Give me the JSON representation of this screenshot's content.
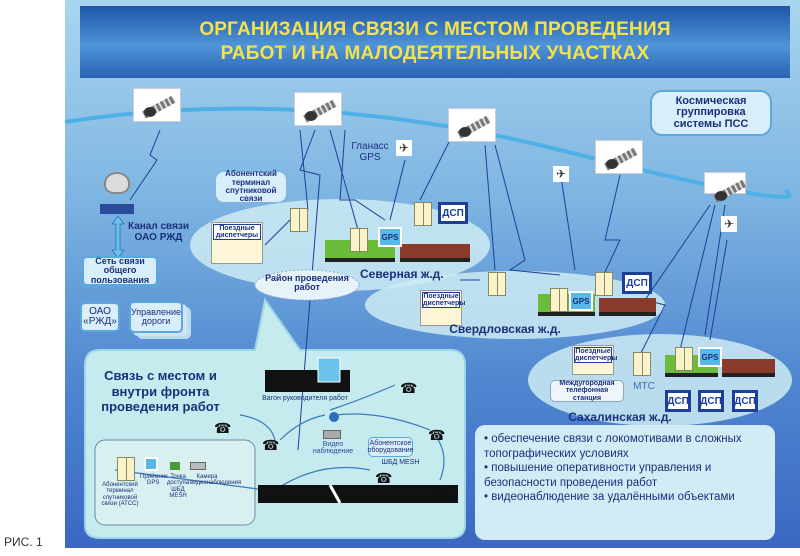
{
  "title": {
    "line1": "ОРГАНИЗАЦИЯ СВЯЗИ С МЕСТОМ ПРОВЕДЕНИЯ",
    "line2": "РАБОТ И НА МАЛОДЕЯТЕЛЬНЫХ УЧАСТКАХ"
  },
  "space_group": "Космическая группировка системы ПСС",
  "glonass": "Гланасс GPS",
  "subscriber_terminal": "Абонентский терминал спутниковой связи",
  "channel": "Канал связи ОАО РЖД",
  "public_network": "Сеть связи общего пользования",
  "rzd": "ОАО «РЖД»",
  "road_mgmt": "Управление дороги",
  "dispatchers": "Поездные диспетчеры",
  "dsp": "ДСП",
  "gps": "GPS",
  "work_area": "Район проведения работ",
  "railways": {
    "north": "Северная ж.д.",
    "sverdlovsk": "Свердловская ж.д.",
    "sakhalin": "Сахалинская ж.д."
  },
  "mts": "МТС",
  "intercity": "Междугородная телефонная станция",
  "work_front": {
    "title": "Связь с местом и внутри фронта проведения работ",
    "leader_car": "Вагон руководителя работ",
    "video": "Видео наблюдение",
    "subscriber_equipment": "Абонентское оборудование",
    "mesh": "ШБД MESH",
    "legend": [
      "Абонентский терминал спутниковой связи (АТСС)",
      "Приёмник GPS",
      "Точка доступа ШБД MESH",
      "Камера видеонаблюдения"
    ]
  },
  "bullets": [
    "обеспечение связи с локомотивами в сложных топографических условиях",
    "повышение оперативности управления и безопасности проведения работ",
    "видеонаблюдение за удалёнными объектами"
  ],
  "caption": "РИС. 1"
}
